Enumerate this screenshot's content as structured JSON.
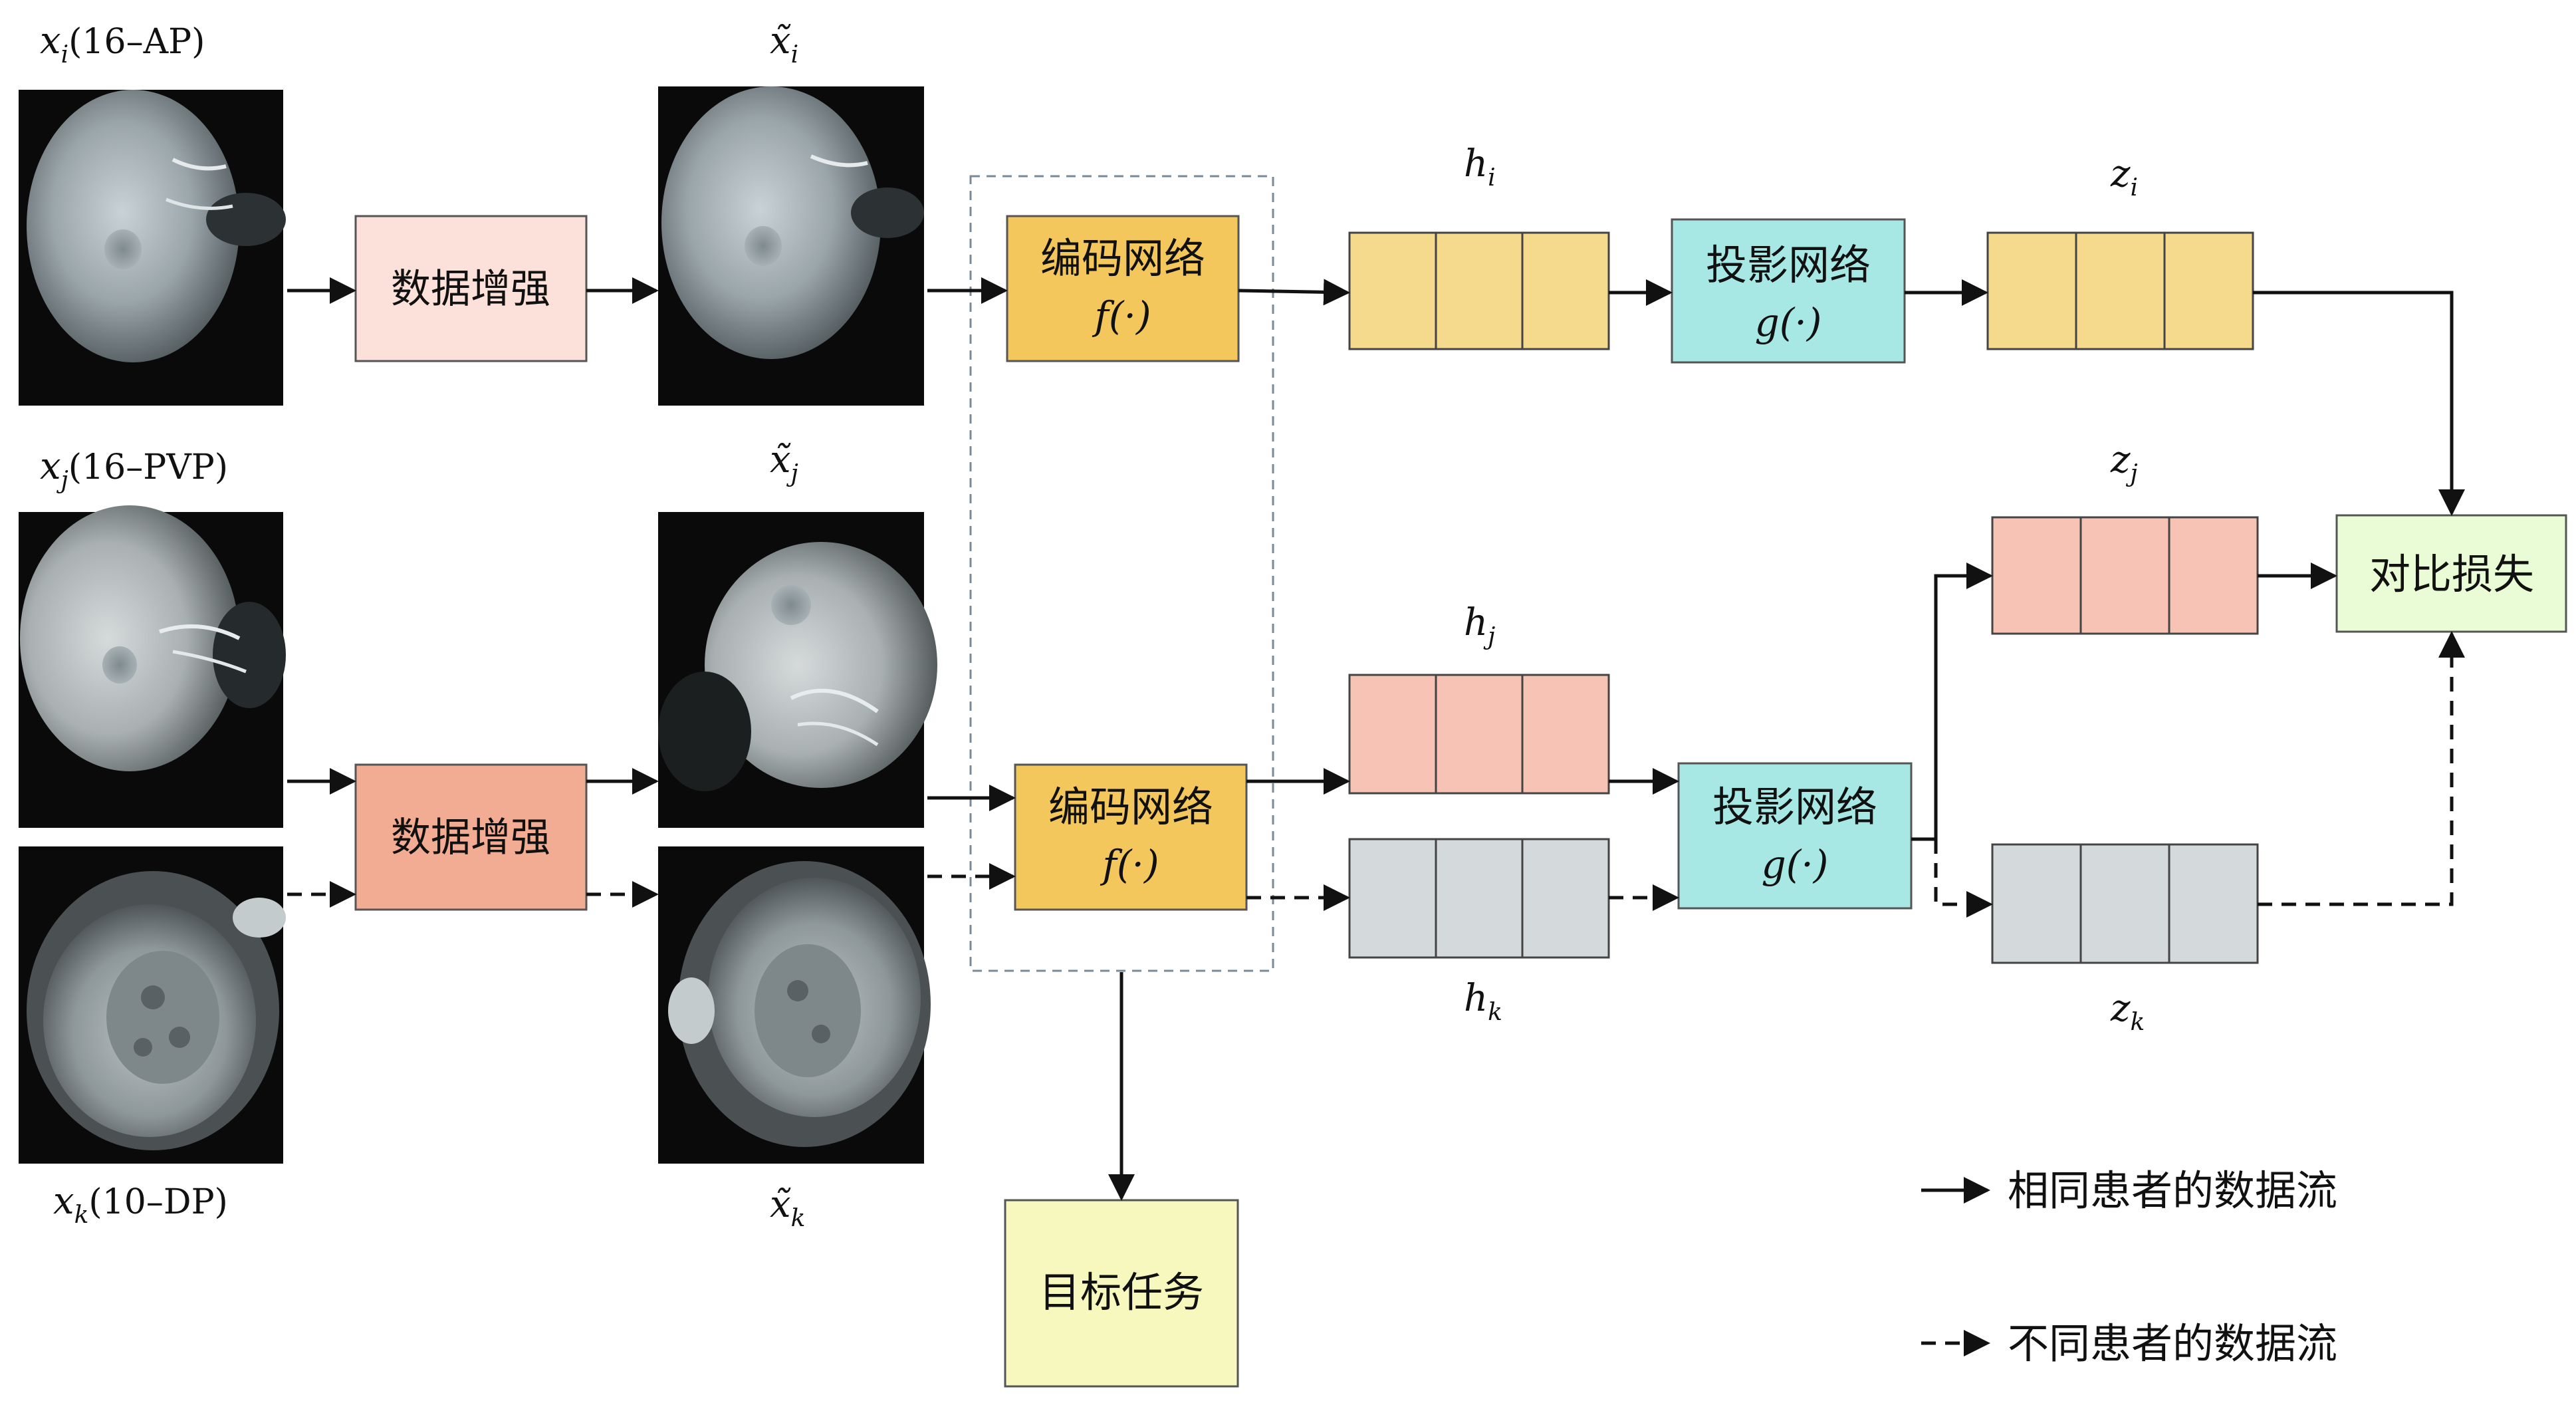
{
  "colors": {
    "aug_light": "#fbe1d9",
    "aug_dark": "#f2ac93",
    "encoder": "#f4c75c",
    "projector": "#a7e8e4",
    "h_i": "#f5d98c",
    "h_j": "#f6c3b5",
    "h_k": "#d4dadc",
    "loss": "#eafcd6",
    "task": "#f6f8bd",
    "dashed_frame": "#7a8a99"
  },
  "inputs": {
    "xi": {
      "base": "x",
      "sub": "i",
      "rest": "(16–AP)"
    },
    "xj": {
      "base": "x",
      "sub": "j",
      "rest": "(16–PVP)"
    },
    "xk": {
      "base": "x",
      "sub": "k",
      "rest": "(10–DP)"
    }
  },
  "augmented": {
    "xi": {
      "base": "x̃",
      "sub": "i"
    },
    "xj": {
      "base": "x̃",
      "sub": "j"
    },
    "xk": {
      "base": "x̃",
      "sub": "k"
    }
  },
  "augment_label": "数据增强",
  "encoder": {
    "label": "编码网络",
    "fn": "f(·)"
  },
  "projector": {
    "label": "投影网络",
    "fn": "g(·)"
  },
  "features": {
    "hi": {
      "base": "h",
      "sub": "i"
    },
    "hj": {
      "base": "h",
      "sub": "j"
    },
    "hk": {
      "base": "h",
      "sub": "k"
    },
    "zi": {
      "base": "z",
      "sub": "i"
    },
    "zj": {
      "base": "z",
      "sub": "j"
    },
    "zk": {
      "base": "z",
      "sub": "k"
    }
  },
  "loss_label": "对比损失",
  "task_label": "目标任务",
  "legend": {
    "same_patient": "相同患者的数据流",
    "different_patient": "不同患者的数据流"
  }
}
